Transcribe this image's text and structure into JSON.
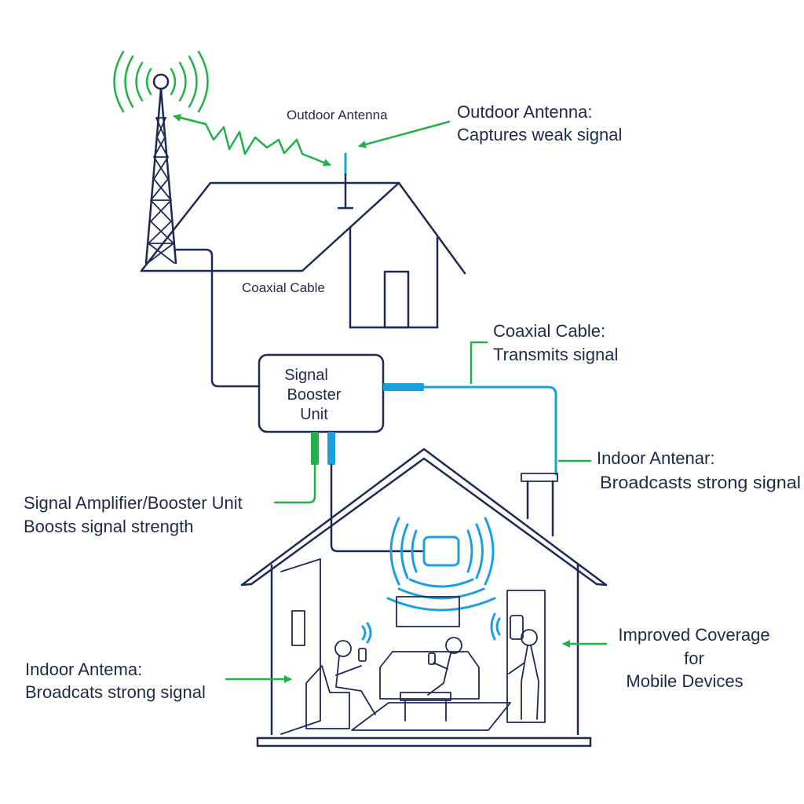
{
  "labels": {
    "outdoor_antenna_small": "Outdoor Antenna",
    "coaxial_cable_small": "Coaxial Cable",
    "booster_unit": [
      "Signal",
      "Booster",
      "Unit"
    ],
    "outdoor_antenna_callout": [
      "Outdoor Antenna:",
      "Captures weak signal"
    ],
    "coaxial_cable_callout": [
      "Coaxial Cable:",
      "Transmits signal"
    ],
    "indoor_antenna_callout_right": [
      "Indoor Antenar:",
      "Broadcasts strong signal"
    ],
    "amplifier_callout": [
      "Signal Amplifier/Booster Unit",
      "Boosts signal strength"
    ],
    "indoor_antenna_callout_left": [
      "Indoor Antema:",
      "Broadcats strong signal"
    ],
    "coverage_callout": [
      "Improved Coverage",
      "for",
      "Mobile Devices"
    ]
  },
  "colors": {
    "line": "#1f2a52",
    "signal_green": "#22b04a",
    "signal_blue": "#1aa0e0",
    "background": "#ffffff"
  },
  "icons": [
    "cell-tower-icon",
    "outdoor-antenna-icon",
    "booster-unit-icon",
    "indoor-antenna-icon",
    "house-icon",
    "people-with-phones-icon"
  ]
}
